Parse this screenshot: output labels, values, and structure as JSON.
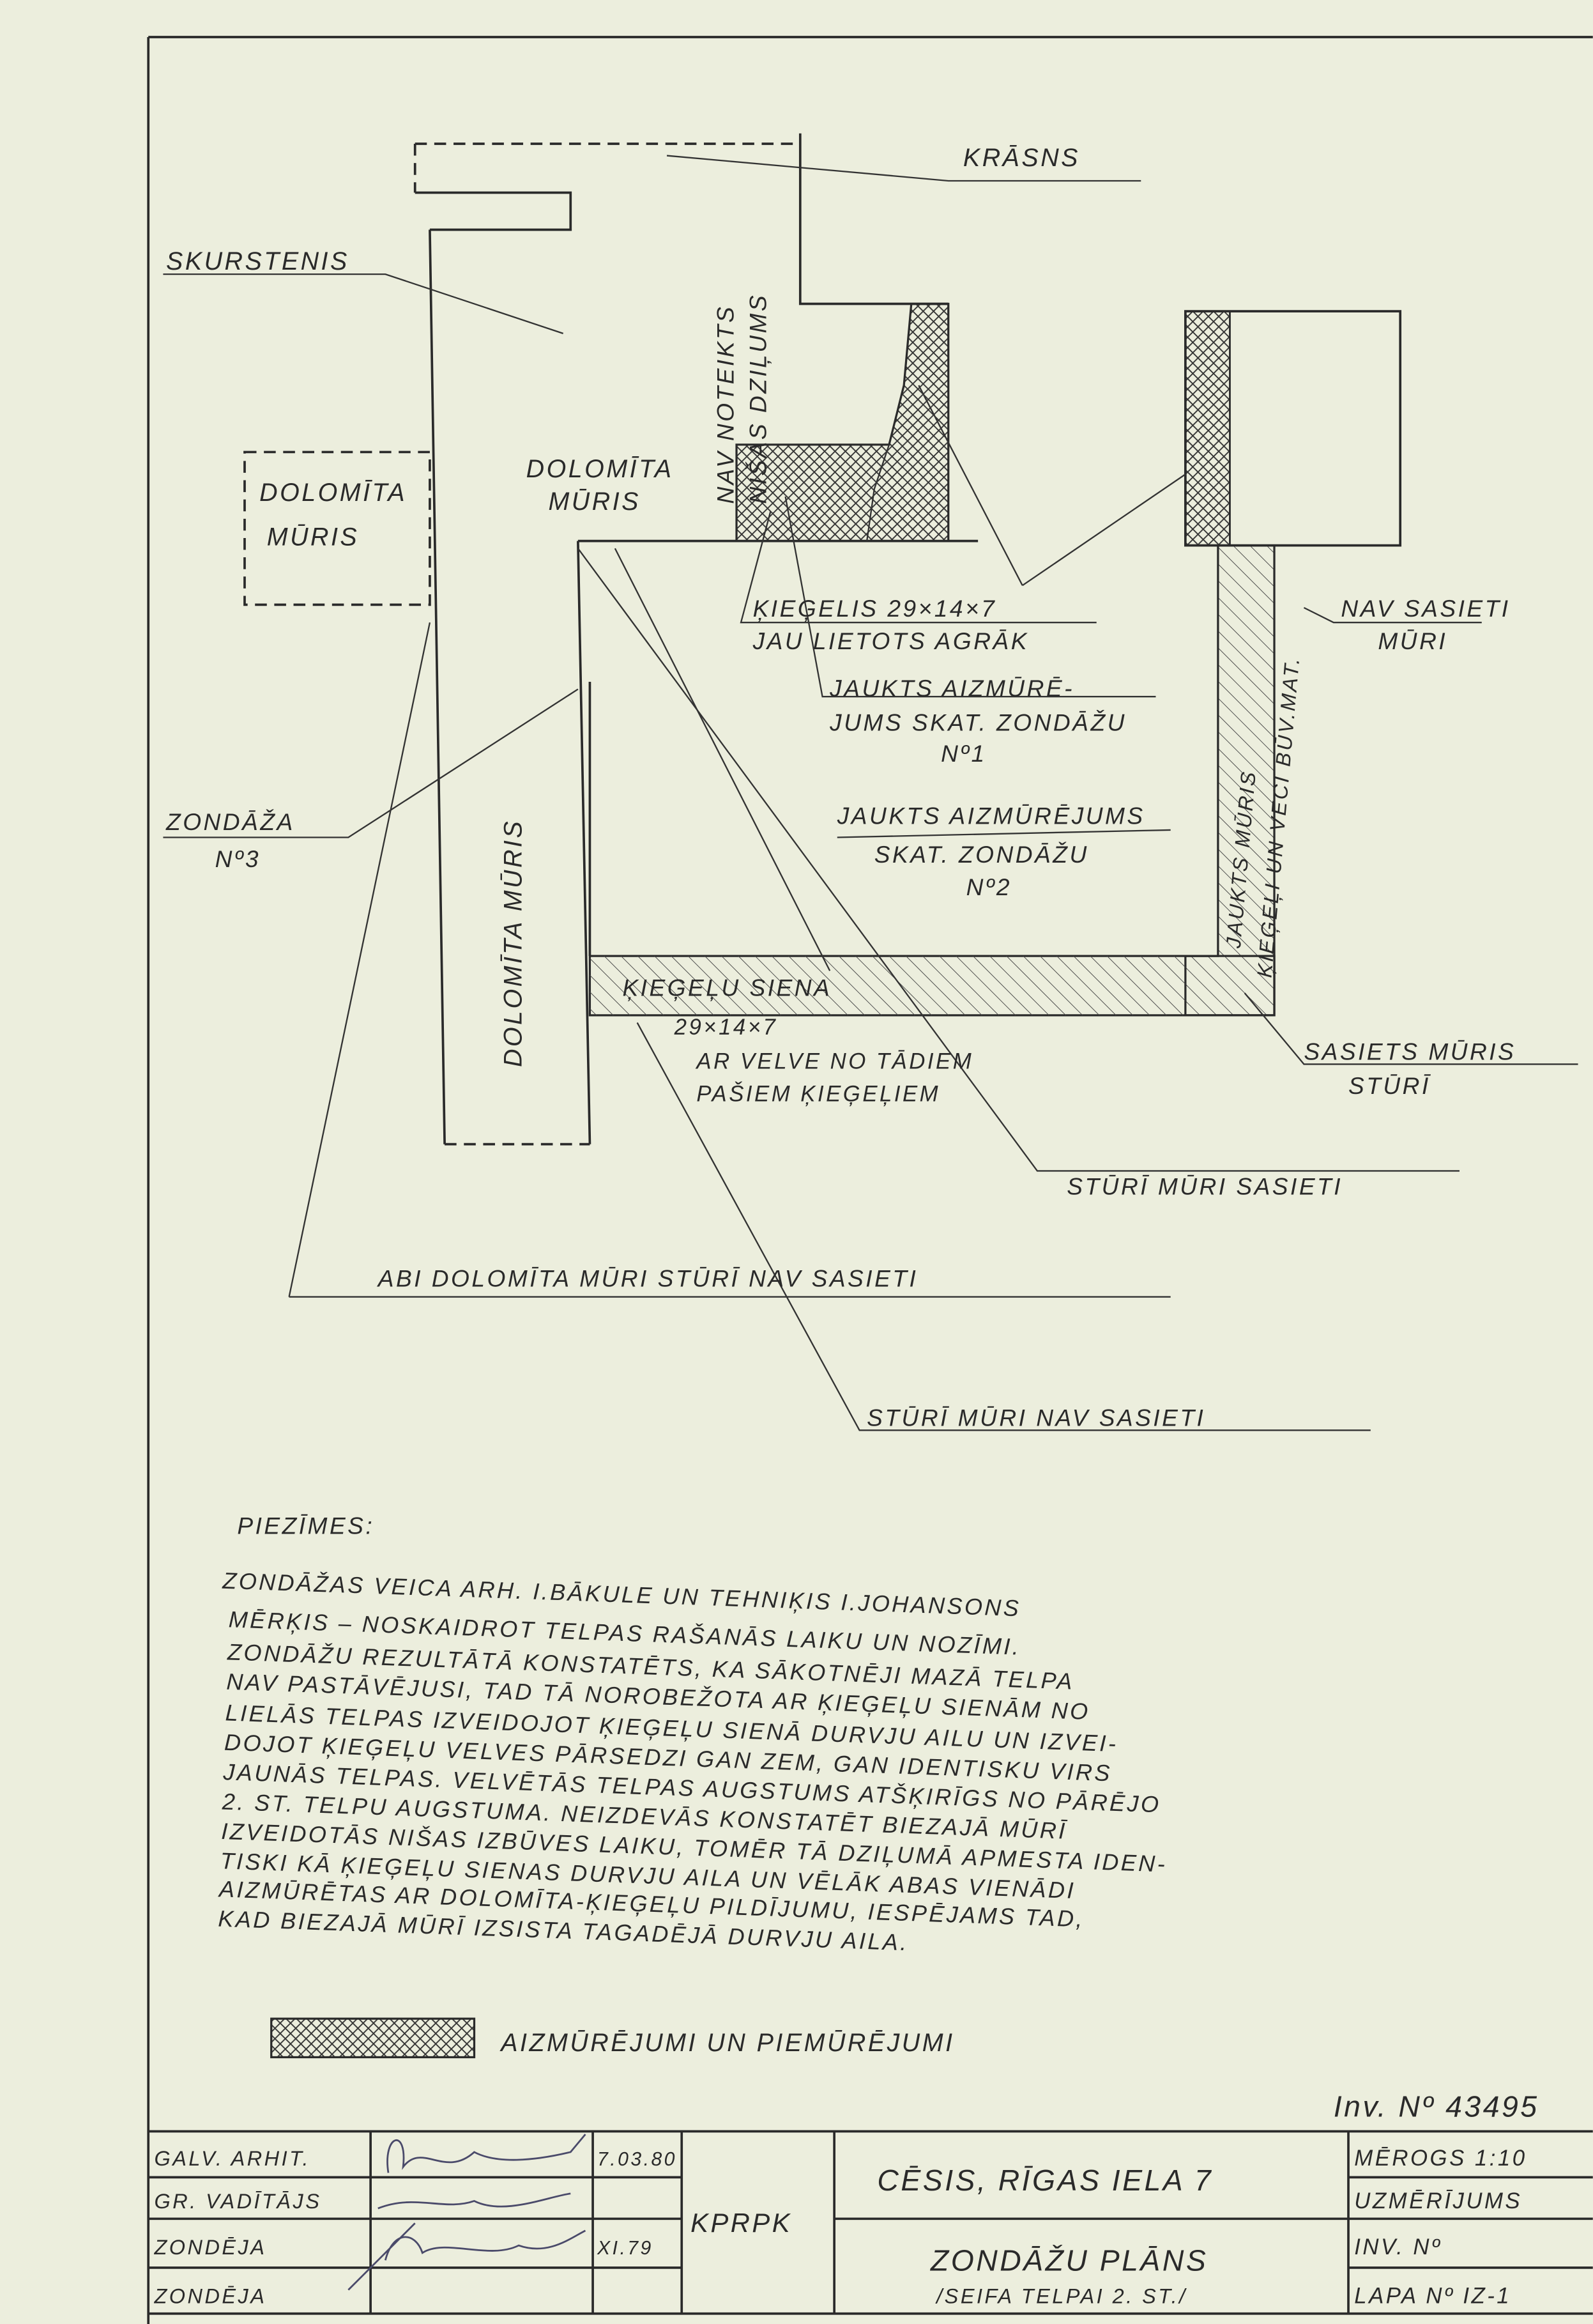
{
  "labels": {
    "krasns": "KRĀSNS",
    "skurstenis": "SKURSTENIS",
    "nav_noteikts_1": "NAV NOTEIKTS",
    "nav_noteikts_2": "NIŠAS DZIĻUMS",
    "dolomita_box_1": "DOLOMĪTA",
    "dolomita_box_2": "MŪRIS",
    "dolomita_muris_1": "DOLOMĪTA",
    "dolomita_muris_2": "MŪRIS",
    "kiegelis_1": "ĶIEĢELIS 29×14×7",
    "kiegelis_2": "JAU LIETOTS AGRĀK",
    "nav_sasieti_1": "NAV SASIETI",
    "nav_sasieti_2": "MŪRI",
    "jaukts1_1": "JAUKTS AIZMŪRĒ-",
    "jaukts1_2": "JUMS SKAT. ZONDĀŽU",
    "jaukts1_3": "Nº1",
    "zondaza_1": "ZONDĀŽA",
    "zondaza_2": "Nº3",
    "dolomita_vertical": "DOLOMĪTA MŪRIS",
    "jaukts2_1": "JAUKTS AIZMŪRĒJUMS",
    "jaukts2_2": "SKAT. ZONDĀŽU",
    "jaukts2_3": "Nº2",
    "jaukts_muris_1": "JAUKTS MŪRIS",
    "jaukts_muris_2": "ĶIEĢEĻI UN VECI BŪV.MAT.",
    "kiegelu_siena": "ĶIEĢEĻU SIENA",
    "siena_1": "29×14×7",
    "siena_2": "AR VELVE NO TĀDIEM",
    "siena_3": "PAŠIEM ĶIEĢEĻIEM",
    "sasiets_1": "SASIETS MŪRIS",
    "sasiets_2": "STŪRĪ",
    "sturi_sasieti": "STŪRĪ MŪRI SASIETI",
    "abi_dolomita": "ABI DOLOMĪTA MŪRI STŪRĪ NAV SASIETI",
    "sturi_nav": "STŪRĪ MŪRI NAV SASIETI"
  },
  "notes": {
    "heading": "PIEZĪMES:",
    "lines": [
      "ZONDĀŽAS VEICA ARH. I.BĀKULE UN TEHNIĶIS I.JOHANSONS",
      "MĒRĶIS – NOSKAIDROT TELPAS RAŠANĀS LAIKU UN NOZĪMI.",
      "ZONDĀŽU REZULTĀTĀ KONSTATĒTS, KA SĀKOTNĒJI MAZĀ TELPA",
      "NAV PASTĀVĒJUSI, TAD TĀ NOROBEŽOTA AR ĶIEĢEĻU SIENĀM NO",
      "LIELĀS TELPAS IZVEIDOJOT ĶIEĢEĻU SIENĀ DURVJU AILU UN IZVEI-",
      "DOJOT ĶIEĢEĻU VELVES PĀRSEDZI GAN ZEM, GAN IDENTISKU VIRS",
      "JAUNĀS TELPAS. VELVĒTĀS TELPAS AUGSTUMS ATŠĶIRĪGS NO PĀRĒJO",
      "2. ST. TELPU AUGSTUMA. NEIZDEVĀS KONSTATĒT BIEZAJĀ MŪRĪ",
      "IZVEIDOTĀS NIŠAS IZBŪVES LAIKU, TOMĒR TĀ DZIĻUMĀ APMESTA IDEN-",
      "TISKI KĀ ĶIEĢEĻU SIENAS DURVJU AILA UN VĒLĀK ABAS VIENĀDI",
      "AIZMŪRĒTAS AR DOLOMĪTA-ĶIEĢEĻU PILDĪJUMU, IESPĒJAMS TAD,",
      "KAD BIEZAJĀ MŪRĪ IZSISTA TAGADĒJĀ DURVJU AILA."
    ]
  },
  "legend": {
    "label": "AIZMŪRĒJUMI UN PIEMŪRĒJUMI"
  },
  "inventory": "Inv. Nº 43495",
  "title_block": {
    "roles": [
      "GALV. ARHIT.",
      "GR. VADĪTĀJS",
      "ZONDĒJA",
      "ZONDĒJA"
    ],
    "dates": [
      "7.03.80",
      "",
      "XI.79",
      ""
    ],
    "org": "KPRPK",
    "address": "CĒSIS, RĪGAS IELA 7",
    "drawing_title": "ZONDĀŽU PLĀNS",
    "drawing_subtitle": "/SEIFA TELPAI 2. ST./",
    "scale": "MĒROGS 1:10",
    "stage": "UZMĒRĪJUMS",
    "inv_no": "INV. Nº",
    "sheet": "LAPA Nº IZ-1"
  }
}
